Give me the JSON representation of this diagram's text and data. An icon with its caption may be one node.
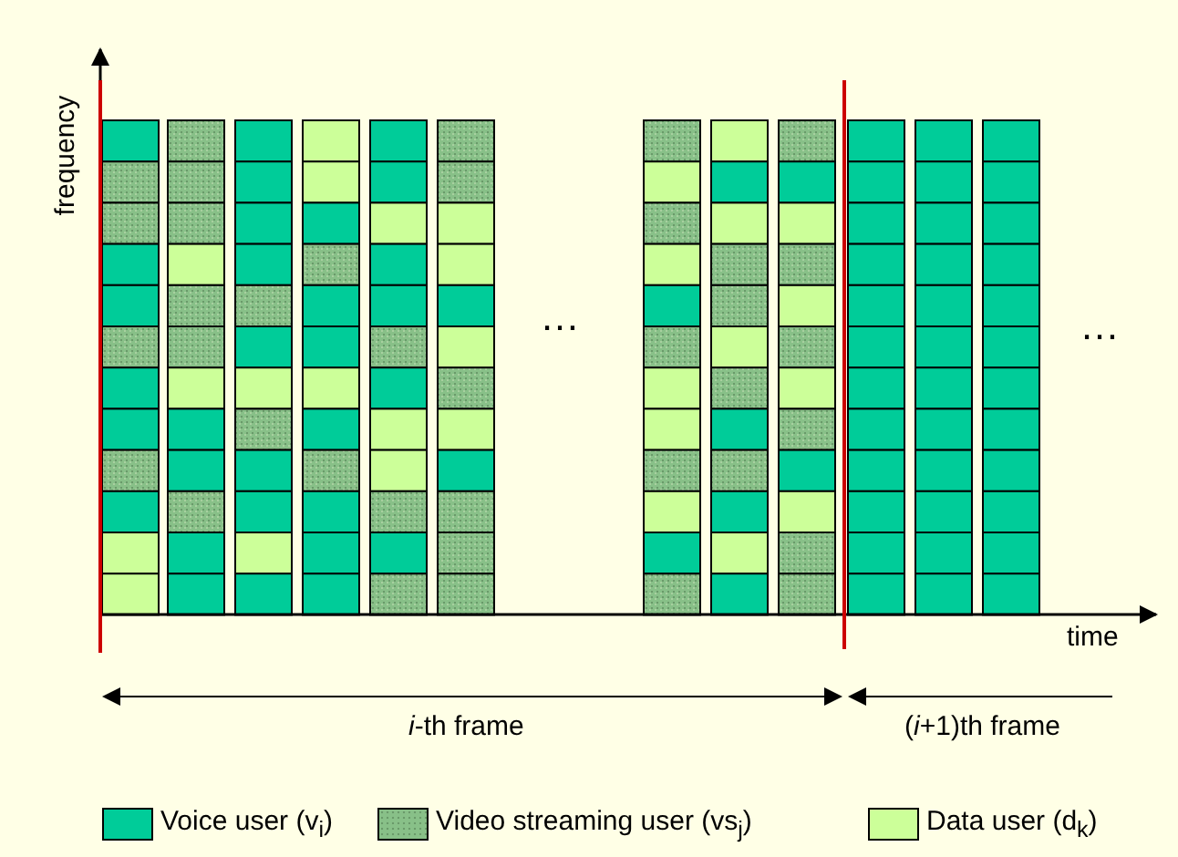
{
  "diagram": {
    "labels": [
      "frequency",
      "…",
      "…",
      "time",
      "*i*-th frame",
      "(*i*+1)th frame"
    ],
    "legend": [
      {
        "text": "Voice user (v$_{i}$)",
        "color": "#00cc99"
      },
      {
        "text": "Video streaming user (vs$_{j}$)",
        "color": "#88c088"
      },
      {
        "text": "Data user (d$_{k}$)",
        "color": "#ccff99"
      }
    ]
  }
}
